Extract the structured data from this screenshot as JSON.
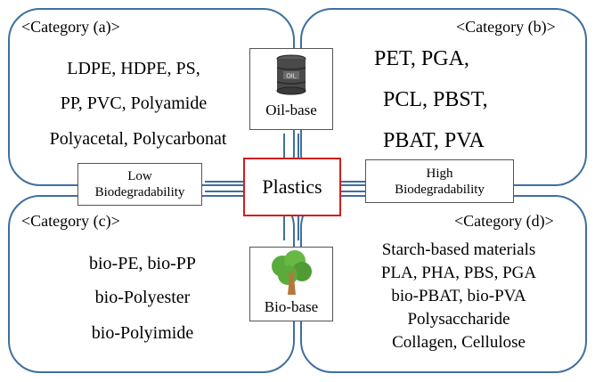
{
  "center_label": "Plastics",
  "categories": {
    "a": {
      "title": "<Category (a)>",
      "lines": [
        "LDPE, HDPE, PS,",
        "PP, PVC, Polyamide",
        "Polyacetal, Polycarbonat"
      ]
    },
    "b": {
      "title": "<Category (b)>",
      "lines": [
        "PET, PGA,",
        "PCL, PBST,",
        "PBAT, PVA"
      ]
    },
    "c": {
      "title": "<Category (c)>",
      "lines": [
        "bio-PE, bio-PP",
        "bio-Polyester",
        "bio-Polyimide"
      ]
    },
    "d": {
      "title": "<Category (d)>",
      "lines": [
        "Starch-based materials",
        "PLA, PHA, PBS, PGA",
        "bio-PBAT, bio-PVA",
        "Polysaccharide",
        "Collagen, Cellulose"
      ]
    }
  },
  "axis_labels": {
    "oil_base": "Oil-base",
    "bio_base": "Bio-base",
    "low": [
      "Low",
      "Biodegradability"
    ],
    "high": [
      "High",
      "Biodegradability"
    ]
  },
  "icon_text": "OIL",
  "colors": {
    "border": "#3f6f9f",
    "center_border": "#d11e1e",
    "tree_leaves": "#5aaa3c",
    "trunk": "#b5773a",
    "barrel": "#4a4a4a"
  }
}
